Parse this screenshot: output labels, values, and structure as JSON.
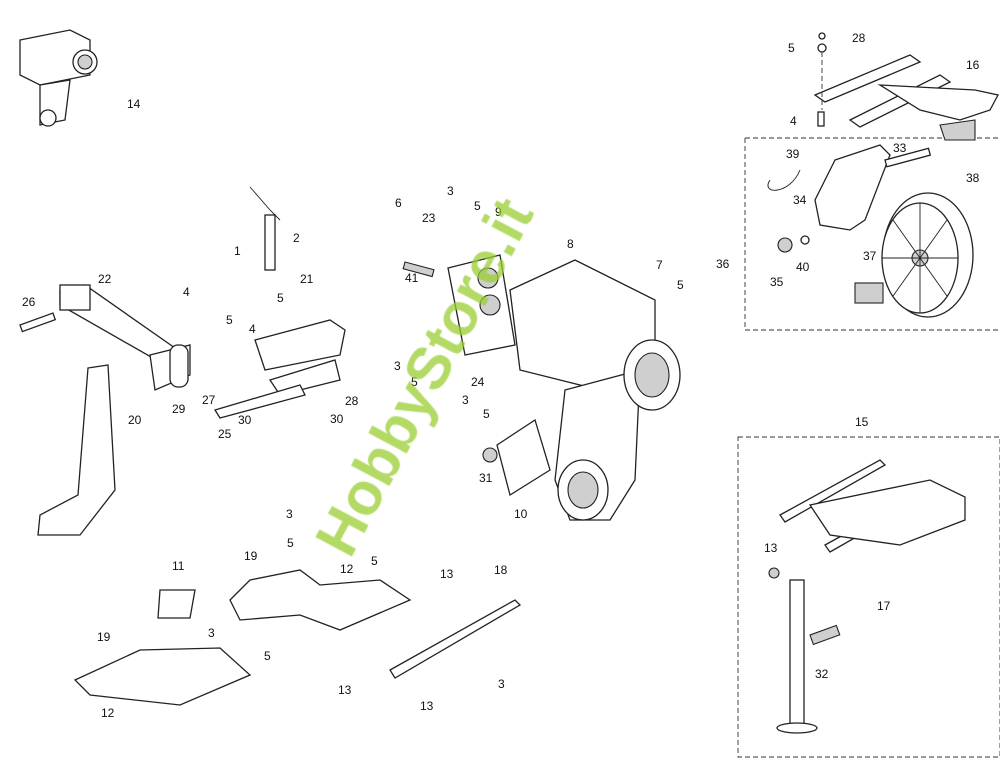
{
  "diagram": {
    "type": "exploded-parts-diagram",
    "watermark": "HobbyStore.it",
    "labels": [
      "14",
      "28",
      "5",
      "16",
      "4",
      "39",
      "33",
      "38",
      "34",
      "36",
      "35",
      "40",
      "37",
      "2",
      "1",
      "22",
      "26",
      "4",
      "5",
      "21",
      "5",
      "4",
      "29",
      "27",
      "30",
      "25",
      "30",
      "28",
      "20",
      "6",
      "3",
      "23",
      "5",
      "9",
      "8",
      "41",
      "7",
      "5",
      "3",
      "5",
      "24",
      "3",
      "5",
      "31",
      "10",
      "15",
      "13",
      "17",
      "32",
      "3",
      "5",
      "19",
      "5",
      "12",
      "11",
      "13",
      "18",
      "3",
      "5",
      "19",
      "12",
      "13",
      "3",
      "13"
    ],
    "warning_sticker": "11",
    "colors": {
      "watermark": "#9acd32",
      "line": "#222222"
    }
  }
}
